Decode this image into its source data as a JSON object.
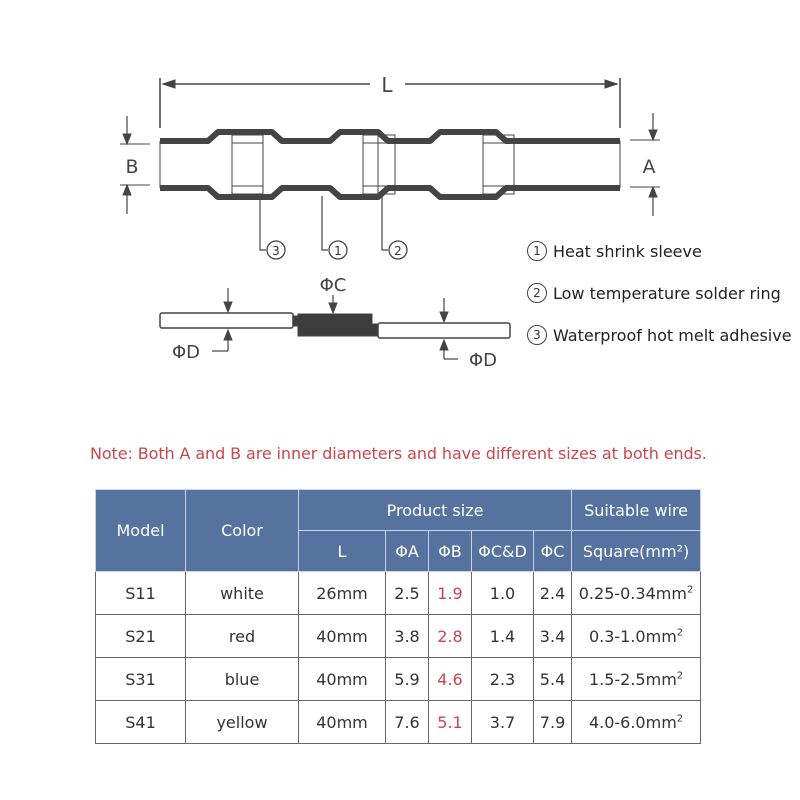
{
  "diagram": {
    "top_labels": {
      "length": "L",
      "left_dim": "B",
      "right_dim": "A"
    },
    "callouts": [
      "3",
      "1",
      "2"
    ],
    "bottom_labels": {
      "top": "ΦC",
      "left": "ΦD",
      "right": "ΦD"
    }
  },
  "legend": [
    {
      "num": "1",
      "label": "Heat shrink sleeve"
    },
    {
      "num": "2",
      "label": "Low temperature solder ring"
    },
    {
      "num": "3",
      "label": "Waterproof hot melt adhesive"
    }
  ],
  "note": "Note: Both A and B are inner diameters and have different sizes at both ends.",
  "table": {
    "header": {
      "model": "Model",
      "color": "Color",
      "product_size": "Product size",
      "suitable_wire": "Suitable wire",
      "sub": [
        "L",
        "ΦA",
        "ΦB",
        "ΦC&D",
        "ΦC"
      ],
      "square": "Square(mm²)"
    },
    "rows": [
      {
        "model": "S11",
        "color": "white",
        "L": "26mm",
        "A": "2.5",
        "B": "1.9",
        "CD": "1.0",
        "C": "2.4",
        "wire": "0.25-0.34mm",
        "sup": "2"
      },
      {
        "model": "S21",
        "color": "red",
        "L": "40mm",
        "A": "3.8",
        "B": "2.8",
        "CD": "1.4",
        "C": "3.4",
        "wire": "0.3-1.0mm",
        "sup": "2"
      },
      {
        "model": "S31",
        "color": "blue",
        "L": "40mm",
        "A": "5.9",
        "B": "4.6",
        "CD": "2.3",
        "C": "5.4",
        "wire": "1.5-2.5mm",
        "sup": "2"
      },
      {
        "model": "S41",
        "color": "yellow",
        "L": "40mm",
        "A": "7.6",
        "B": "5.1",
        "CD": "3.7",
        "C": "7.9",
        "wire": "4.0-6.0mm",
        "sup": "2"
      }
    ]
  },
  "colors": {
    "header_bg": "#5673a0",
    "accent_red": "#c9464e",
    "line": "#444444"
  }
}
